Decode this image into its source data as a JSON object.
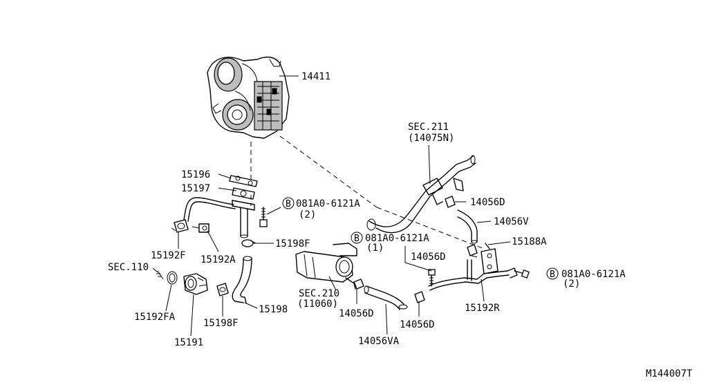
{
  "callouts": {
    "turbo": "14411",
    "gasket_15196": "15196",
    "gasket_15197": "15197",
    "bolt_a": "081A0-6121A",
    "bolt_a_qty": "(2)",
    "bolt_b": "081A0-6121A",
    "bolt_b_qty": "(1)",
    "bolt_c": "081A0-6121A",
    "bolt_c_qty": "(2)",
    "circle_b": "B",
    "sec211": "SEC.211",
    "sec211_ref": "(14075N)",
    "clamp_14056d_top": "14056D",
    "hose_14056v": "14056V",
    "bracket_15188a": "15188A",
    "clamp_14056d_mid": "14056D",
    "clamp_15192f": "15192F",
    "union_15192a": "15192A",
    "clamp_15198f_top": "15198F",
    "sec110": "SEC.110",
    "sec210": "SEC.210",
    "sec210_ref": "(11060)",
    "clamp_14056d_a": "14056D",
    "clamp_14056d_b": "14056D",
    "tube_15192r": "15192R",
    "washer_15192fa": "15192FA",
    "clamp_15198f_bot": "15198F",
    "hose_15198": "15198",
    "connector_15191": "15191",
    "hose_14056va": "14056VA",
    "diagram_code": "M144007T"
  }
}
